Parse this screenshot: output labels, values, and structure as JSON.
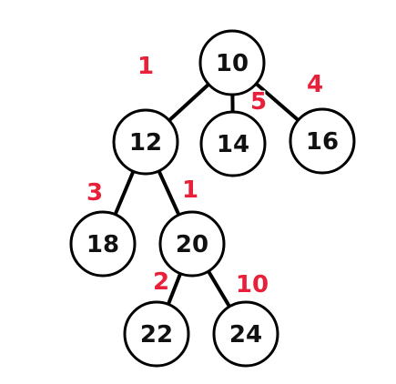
{
  "tree": {
    "colors": {
      "edge": "#000000",
      "node_fill": "#ffffff",
      "node_stroke": "#000000",
      "node_text": "#111111",
      "weight_text": "#e8203a"
    },
    "nodes": [
      {
        "id": "n10",
        "label": "10"
      },
      {
        "id": "n12",
        "label": "12"
      },
      {
        "id": "n14",
        "label": "14"
      },
      {
        "id": "n16",
        "label": "16"
      },
      {
        "id": "n18",
        "label": "18"
      },
      {
        "id": "n20",
        "label": "20"
      },
      {
        "id": "n22",
        "label": "22"
      },
      {
        "id": "n24",
        "label": "24"
      }
    ],
    "edges": [
      {
        "from": "n10",
        "to": "n12",
        "weight": "1"
      },
      {
        "from": "n10",
        "to": "n14",
        "weight": "5"
      },
      {
        "from": "n10",
        "to": "n16",
        "weight": "4"
      },
      {
        "from": "n12",
        "to": "n18",
        "weight": "3"
      },
      {
        "from": "n12",
        "to": "n20",
        "weight": "1"
      },
      {
        "from": "n20",
        "to": "n22",
        "weight": "2"
      },
      {
        "from": "n20",
        "to": "n24",
        "weight": "10"
      }
    ]
  }
}
